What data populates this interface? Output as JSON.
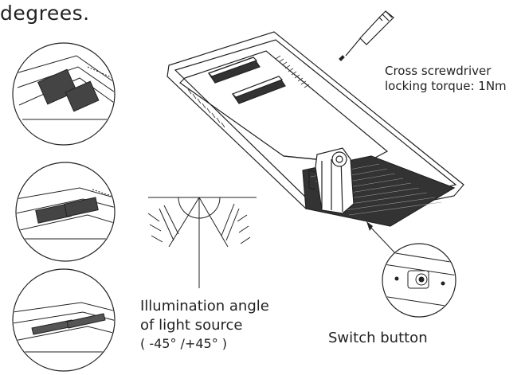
{
  "heading": "degrees.",
  "screwdriver_note": {
    "line1": "Cross screwdriver",
    "line2": "locking torque: 1Nm"
  },
  "illumination": {
    "line1": "Illumination angle",
    "line2": "of light source",
    "line3": "( -45° /+45° )"
  },
  "switch_label": "Switch button",
  "colors": {
    "line": "#222222",
    "fill_dark": "#333333",
    "fill_light": "#ffffff"
  }
}
